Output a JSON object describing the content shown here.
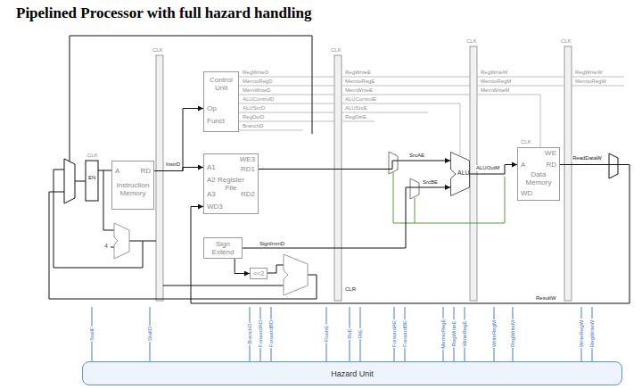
{
  "diagram": {
    "title": "Pipelined Processor with full hazard handling",
    "nodes": [
      {
        "text": [
          "A",
          "RD",
          "Instruction Memory"
        ]
      },
      {
        "text": [
          "Control Unit",
          "Op",
          "Funct"
        ]
      },
      {
        "text": [
          "WE3",
          "A1",
          "A2",
          "A3",
          "WD3",
          "RD1",
          "RD2",
          "Register File"
        ]
      },
      {
        "text": [
          "Sign Extend"
        ]
      },
      {
        "text": [
          "<<2"
        ]
      },
      {
        "text": [
          "ALU"
        ]
      },
      {
        "text": [
          "WE",
          "A",
          "RD",
          "WD",
          "Data Memory"
        ]
      },
      {
        "text": [
          "Hazard Unit"
        ]
      }
    ],
    "edges": [
      {
        "from": 0,
        "to": 1,
        "arrow": "to"
      },
      {
        "from": 0,
        "to": 2,
        "arrow": "to"
      },
      {
        "from": 2,
        "to": 5,
        "arrow": "to"
      },
      {
        "from": 3,
        "to": 5,
        "arrow": "to"
      },
      {
        "from": 3,
        "to": 4,
        "arrow": "to"
      },
      {
        "from": 5,
        "to": 6,
        "arrow": "to"
      },
      {
        "from": 6,
        "to": 2,
        "arrow": "to"
      }
    ],
    "labels": [
      "RegWriteD",
      "MemtoRegD",
      "MemWriteD",
      "ALUControlD",
      "ALUSrcD",
      "RegDstD",
      "BranchD",
      "RegWriteE",
      "MemtoRegE",
      "MemWriteE",
      "ALUControlE",
      "ALUSrcE",
      "RegDstE",
      "RegWriteM",
      "MemtoRegM",
      "MemWriteM",
      "RegWriteW",
      "MemtoRegW",
      "CLK",
      "CLK",
      "CLK",
      "CLK",
      "CLK",
      "CLK",
      "EN",
      "4",
      "InstrD",
      "SrcAE",
      "SrcBE",
      "SignImmD",
      "ALUOutM",
      "ReadDataW",
      "ResultW",
      "CLR",
      "StallF",
      "StallD",
      "BranchD",
      "ForwardAD",
      "ForwardBD",
      "FlushE",
      "RsE",
      "RtE",
      "ForwardAE",
      "ForwardBE",
      "MemtoRegE",
      "RegWriteE",
      "WriteRegE",
      "WriteRegM",
      "RegWriteM",
      "WriteRegW",
      "RegWriteW"
    ]
  }
}
